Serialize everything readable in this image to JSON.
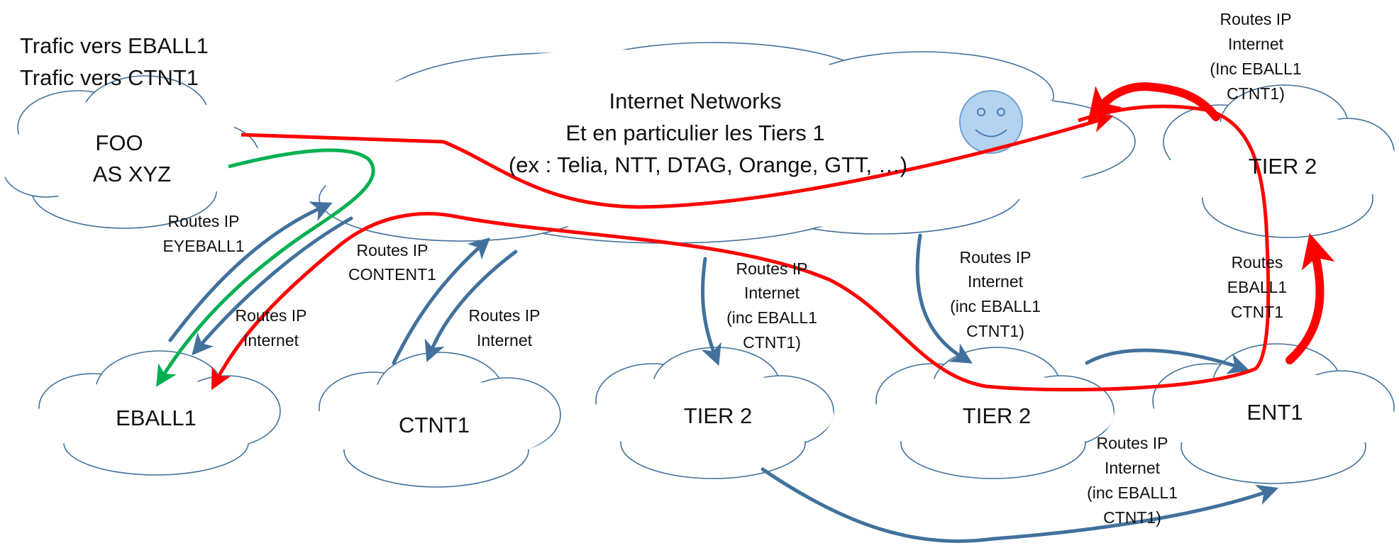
{
  "legend": {
    "eball_traffic": "Trafic vers EBALL1",
    "ctnt_traffic": "Trafic vers CTNT1"
  },
  "colors": {
    "cloud_stroke": "#41719c",
    "route_arrow": "#41719c",
    "traffic_eball": "#ff0000",
    "traffic_ctnt": "#00b050",
    "smiley_fill": "#b4d3f0"
  },
  "nodes": {
    "foo": {
      "line1": "FOO",
      "line2": "AS XYZ"
    },
    "internet": {
      "line1": "Internet Networks",
      "line2": "Et en particulier les Tiers 1",
      "line3": "(ex : Telia, NTT, DTAG, Orange, GTT, …)"
    },
    "eball1": "EBALL1",
    "ctnt1": "CTNT1",
    "tier2_a": "TIER 2",
    "tier2_b": "TIER 2",
    "tier2_top": "TIER 2",
    "ent1": "ENT1"
  },
  "labels": {
    "eyeball_routes": {
      "l1": "Routes IP",
      "l2": "EYEBALL1"
    },
    "eball_internet": {
      "l1": "Routes IP",
      "l2": "Internet"
    },
    "content_routes": {
      "l1": "Routes IP",
      "l2": "CONTENT1"
    },
    "ctnt_internet": {
      "l1": "Routes IP",
      "l2": "Internet"
    },
    "tier2a_routes": {
      "l1": "Routes IP",
      "l2": "Internet",
      "l3": "(inc EBALL1",
      "l4": "CTNT1)"
    },
    "tier2b_routes": {
      "l1": "Routes IP",
      "l2": "Internet",
      "l3": "(inc EBALL1",
      "l4": "CTNT1)"
    },
    "top_routes": {
      "l1": "Routes IP",
      "l2": "Internet",
      "l3": "(Inc EBALL1",
      "l4": "CTNT1)"
    },
    "ent_routes": {
      "l1": "Routes",
      "l2": "EBALL1",
      "l3": "CTNT1"
    },
    "bottom_routes": {
      "l1": "Routes IP",
      "l2": "Internet",
      "l3": "(inc EBALL1",
      "l4": "CTNT1)"
    }
  }
}
